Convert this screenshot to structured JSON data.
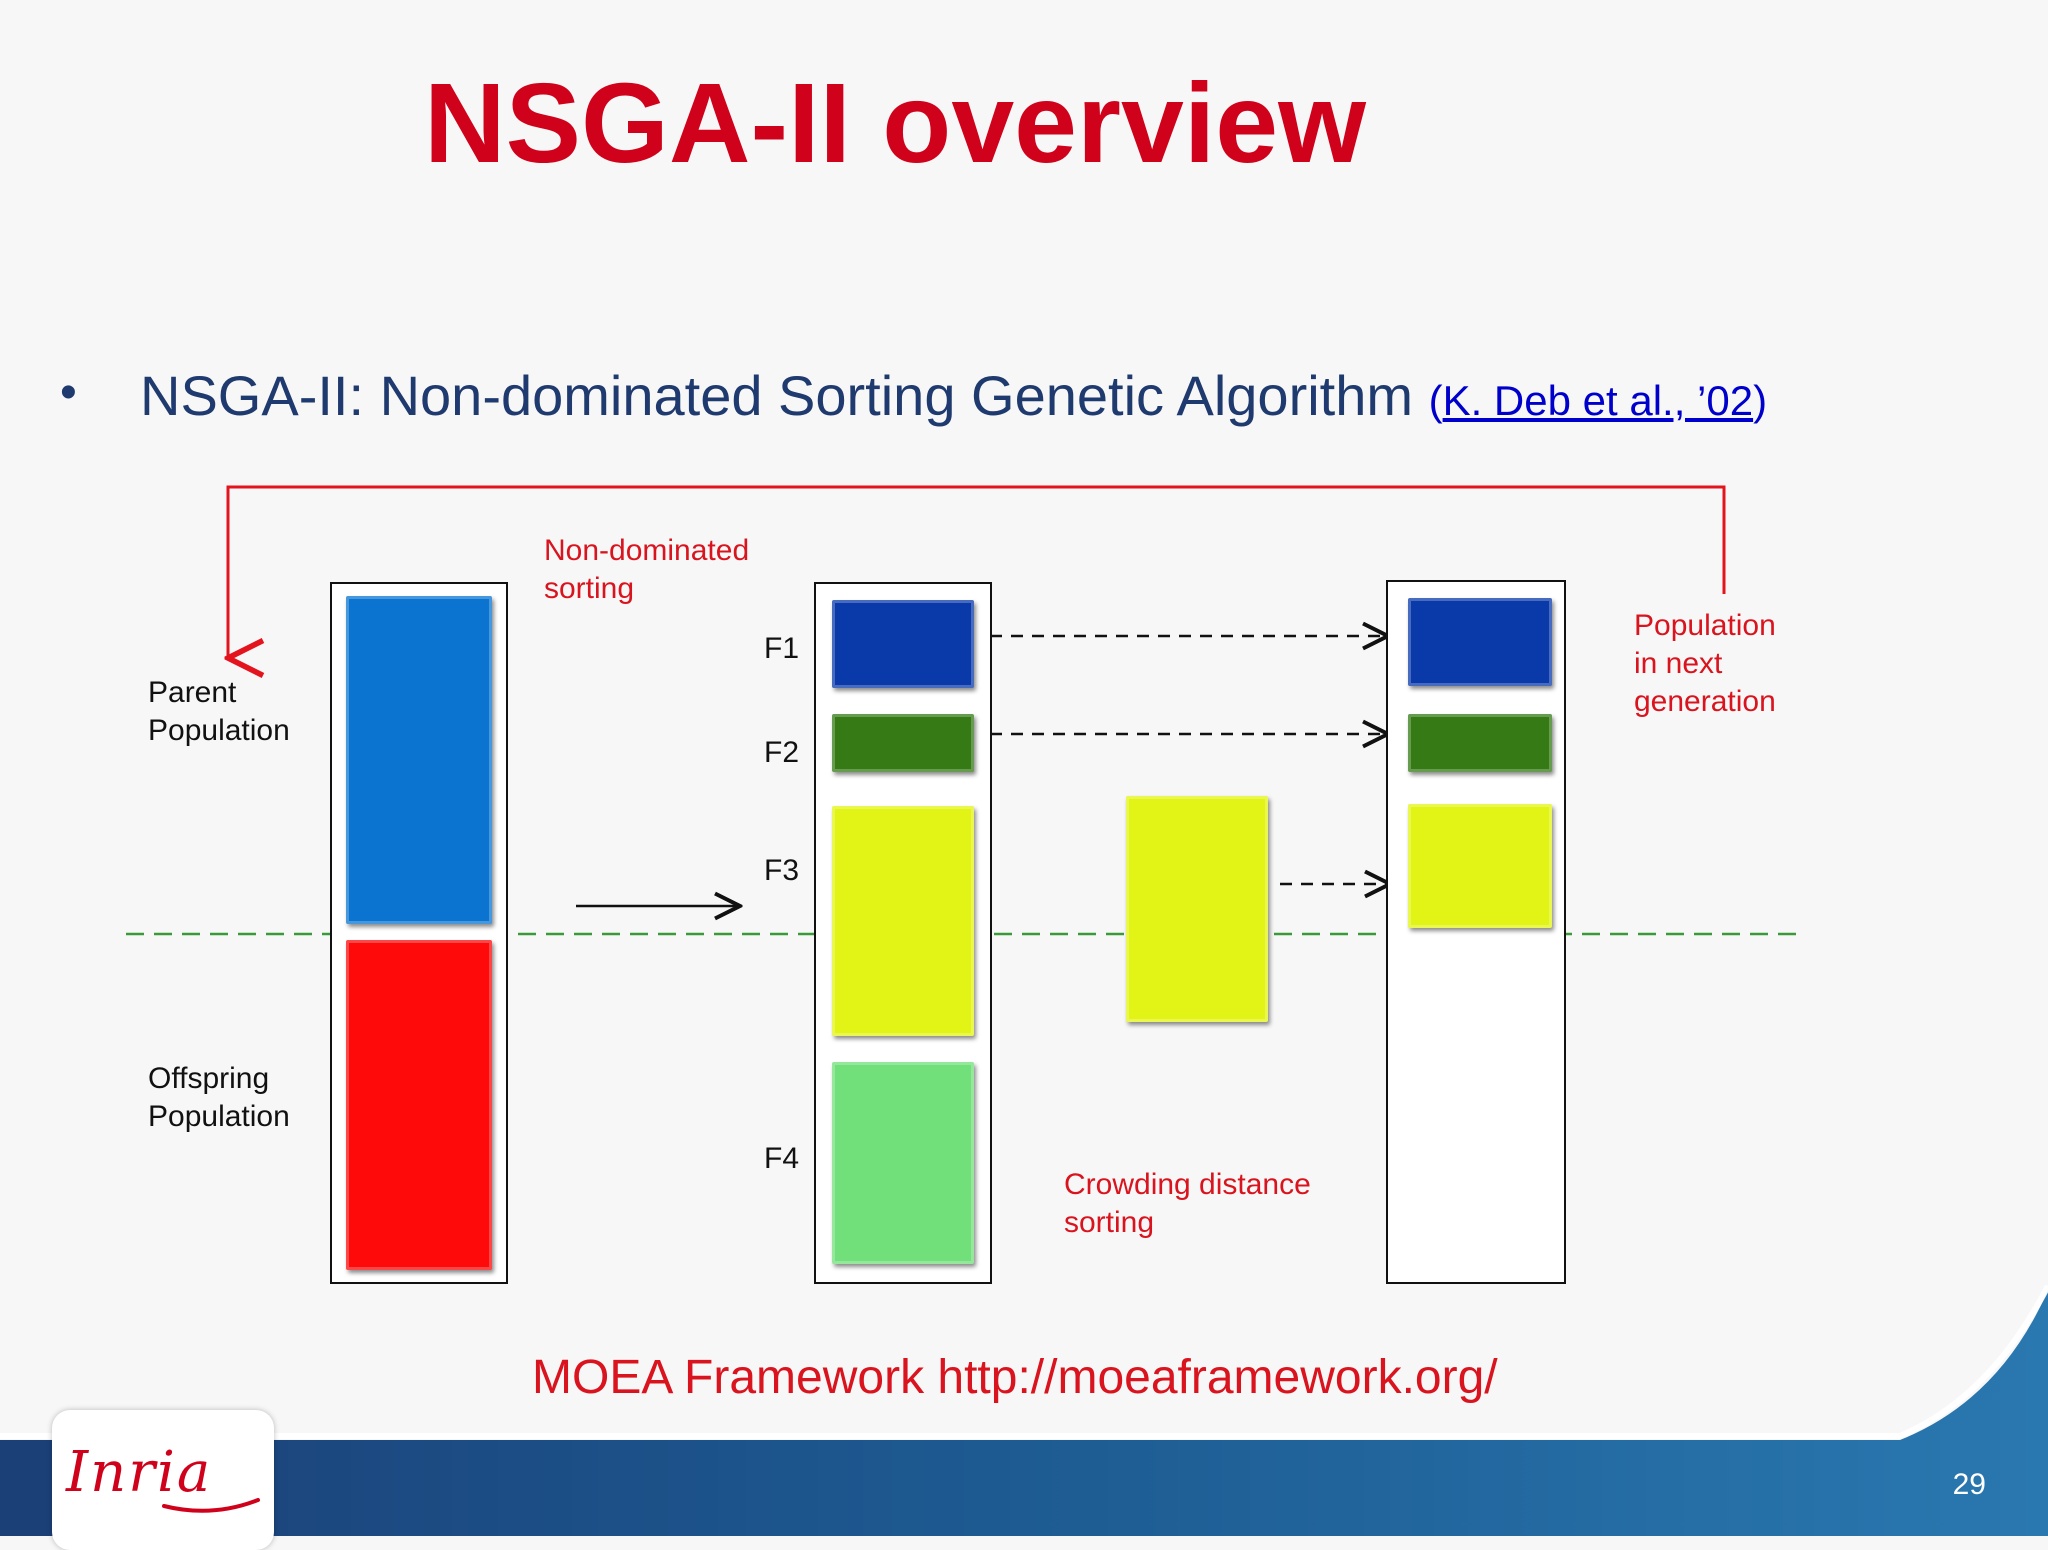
{
  "slide": {
    "title": "NSGA-II overview",
    "bullet": {
      "marker": "•",
      "text": "NSGA-II: Non-dominated Sorting  Genetic  Algorithm",
      "ref_open": "(",
      "ref_link": "K. Deb et al., ’02",
      "ref_close": ")"
    },
    "footer": "MOEA Framework http://moeaframework.org/",
    "page_number": "29",
    "logo": "Inria"
  },
  "diagram": {
    "parent_label": "Parent\nPopulation",
    "offspring_label": "Offspring\nPopulation",
    "nd_sorting_label": "Non-dominated\nsorting",
    "crowding_label": "Crowding distance\nsorting",
    "next_gen_label": "Population\nin next\ngeneration",
    "front_labels": [
      "F1",
      "F2",
      "F3",
      "F4"
    ],
    "colors": {
      "parent": "#0a74d0",
      "offspring": "#ff0a0a",
      "f1": "#0a3aaa",
      "f2": "#357a15",
      "f3": "#e2f416",
      "f4": "#72e07a",
      "red_line": "#e3141e",
      "green_dash": "#3a9a3a",
      "band": "#1a4f86"
    }
  }
}
